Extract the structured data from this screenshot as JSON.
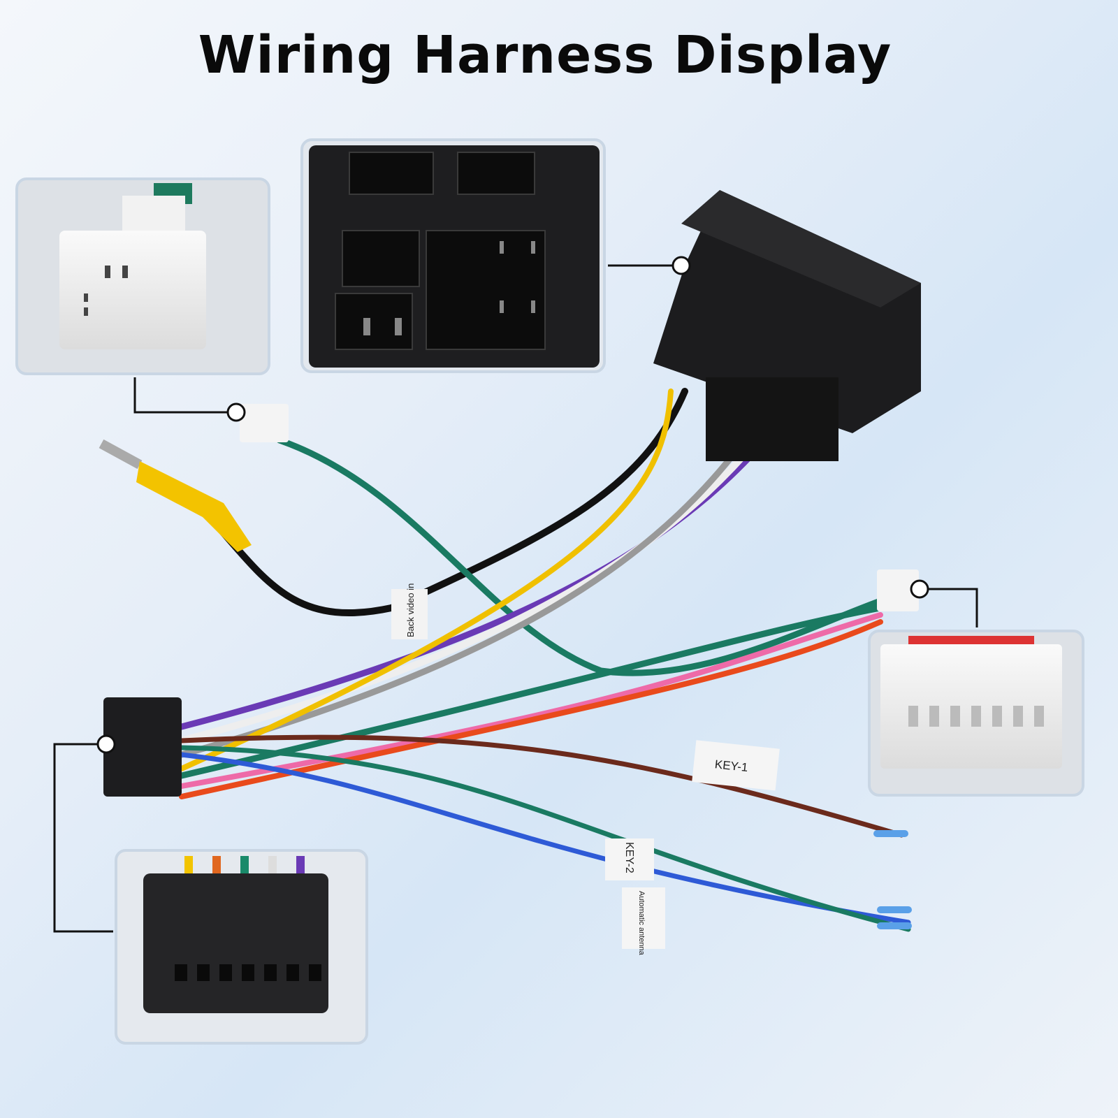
{
  "title": "Wiring Harness Display",
  "labels": {
    "back_video": "Back video in",
    "key1": "KEY-1",
    "key2": "KEY-2",
    "antenna": "Automatic antenna"
  },
  "colors": {
    "callout": "#111111",
    "inset_border": "#c9d6e4",
    "connector": "#1c1c1e"
  }
}
